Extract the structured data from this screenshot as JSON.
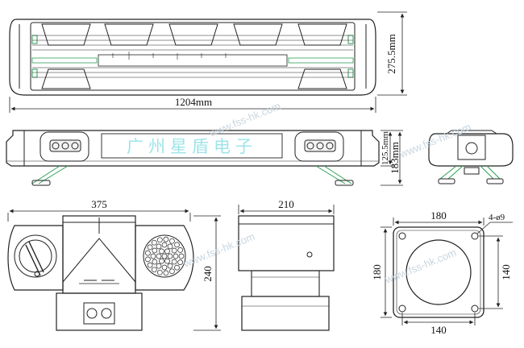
{
  "top_view": {
    "length_label": "1204mm",
    "depth_label": "275.5mm"
  },
  "front_view": {
    "sign_text": "广州星盾电子",
    "height_label_body": "125.5mm",
    "height_label_total": "183mm"
  },
  "pt_camera": {
    "width_label": "375",
    "height_label": "240"
  },
  "pt_side": {
    "width_label": "210"
  },
  "base_plate": {
    "size_label_top": "180",
    "size_label_left": "180",
    "hole_label": "4-ø9",
    "spacing_label_right": "140",
    "spacing_label_bottom": "140"
  },
  "watermark": {
    "text": "www.fss-hk.com"
  },
  "colors": {
    "line": "#222222",
    "accent_green": "#2e9e57",
    "sign_text": "#9ee4e9",
    "watermark": "#c9d6df"
  }
}
